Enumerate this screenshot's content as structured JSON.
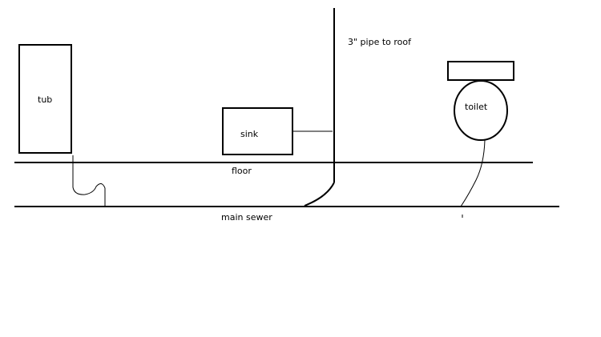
{
  "labels": {
    "tub": "tub",
    "sink": "sink",
    "pipe": "3\" pipe to roof",
    "toilet": "toilet",
    "floor": "floor",
    "sewer": "main sewer"
  },
  "colors": {
    "background": "#ffffff",
    "ink": "#000000"
  }
}
